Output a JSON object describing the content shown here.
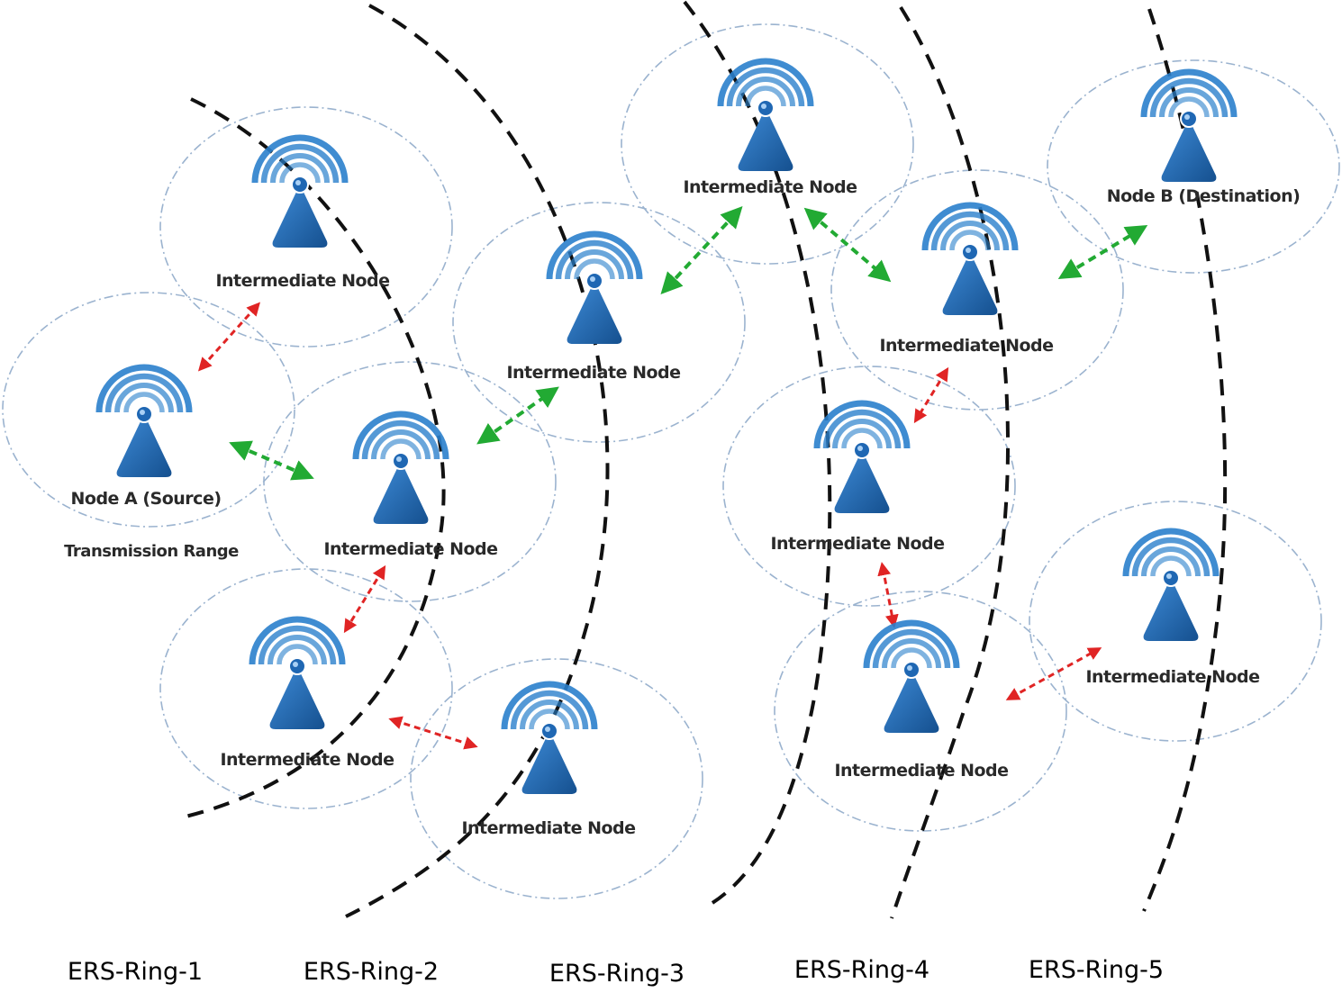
{
  "colors": {
    "antenna": "#1f67b3",
    "antenna_dark": "#164f8f",
    "wave": "#2a80cc",
    "range_circle": "#9bb3cf",
    "ring_line": "#111111",
    "arrow_green": "#22aa33",
    "arrow_red": "#e02424"
  },
  "icons": {
    "node": "wireless-antenna-icon"
  },
  "caption": {
    "transmission_range": "Transmission Range"
  },
  "nodes": [
    {
      "id": "source",
      "label": "Node A (Source)"
    },
    {
      "id": "n1",
      "label": "Intermediate Node"
    },
    {
      "id": "n2",
      "label": "Intermediate Node"
    },
    {
      "id": "n3",
      "label": "Intermediate Node"
    },
    {
      "id": "n4",
      "label": "Intermediate Node"
    },
    {
      "id": "n5",
      "label": "Intermediate Node"
    },
    {
      "id": "n6",
      "label": "Intermediate Node"
    },
    {
      "id": "n7",
      "label": "Intermediate Node"
    },
    {
      "id": "n8",
      "label": "Intermediate Node"
    },
    {
      "id": "n9",
      "label": "Intermediate Node"
    },
    {
      "id": "n10",
      "label": "Intermediate Node"
    },
    {
      "id": "dest",
      "label": "Node B (Destination)"
    }
  ],
  "links": [
    {
      "from": "source",
      "to": "n1",
      "color": "red"
    },
    {
      "from": "source",
      "to": "n2",
      "color": "green"
    },
    {
      "from": "n2",
      "to": "n3",
      "color": "red"
    },
    {
      "from": "n3",
      "to": "n4",
      "color": "red"
    },
    {
      "from": "n2",
      "to": "n5",
      "color": "green"
    },
    {
      "from": "n5",
      "to": "n6",
      "color": "green"
    },
    {
      "from": "n6",
      "to": "n7",
      "color": "green"
    },
    {
      "from": "n7",
      "to": "dest",
      "color": "green"
    },
    {
      "from": "n7",
      "to": "n8",
      "color": "red"
    },
    {
      "from": "n8",
      "to": "n9",
      "color": "red"
    },
    {
      "from": "n9",
      "to": "n10",
      "color": "red"
    }
  ],
  "rings": [
    {
      "label": "ERS-Ring-1"
    },
    {
      "label": "ERS-Ring-2"
    },
    {
      "label": "ERS-Ring-3"
    },
    {
      "label": "ERS-Ring-4"
    },
    {
      "label": "ERS-Ring-5"
    }
  ]
}
